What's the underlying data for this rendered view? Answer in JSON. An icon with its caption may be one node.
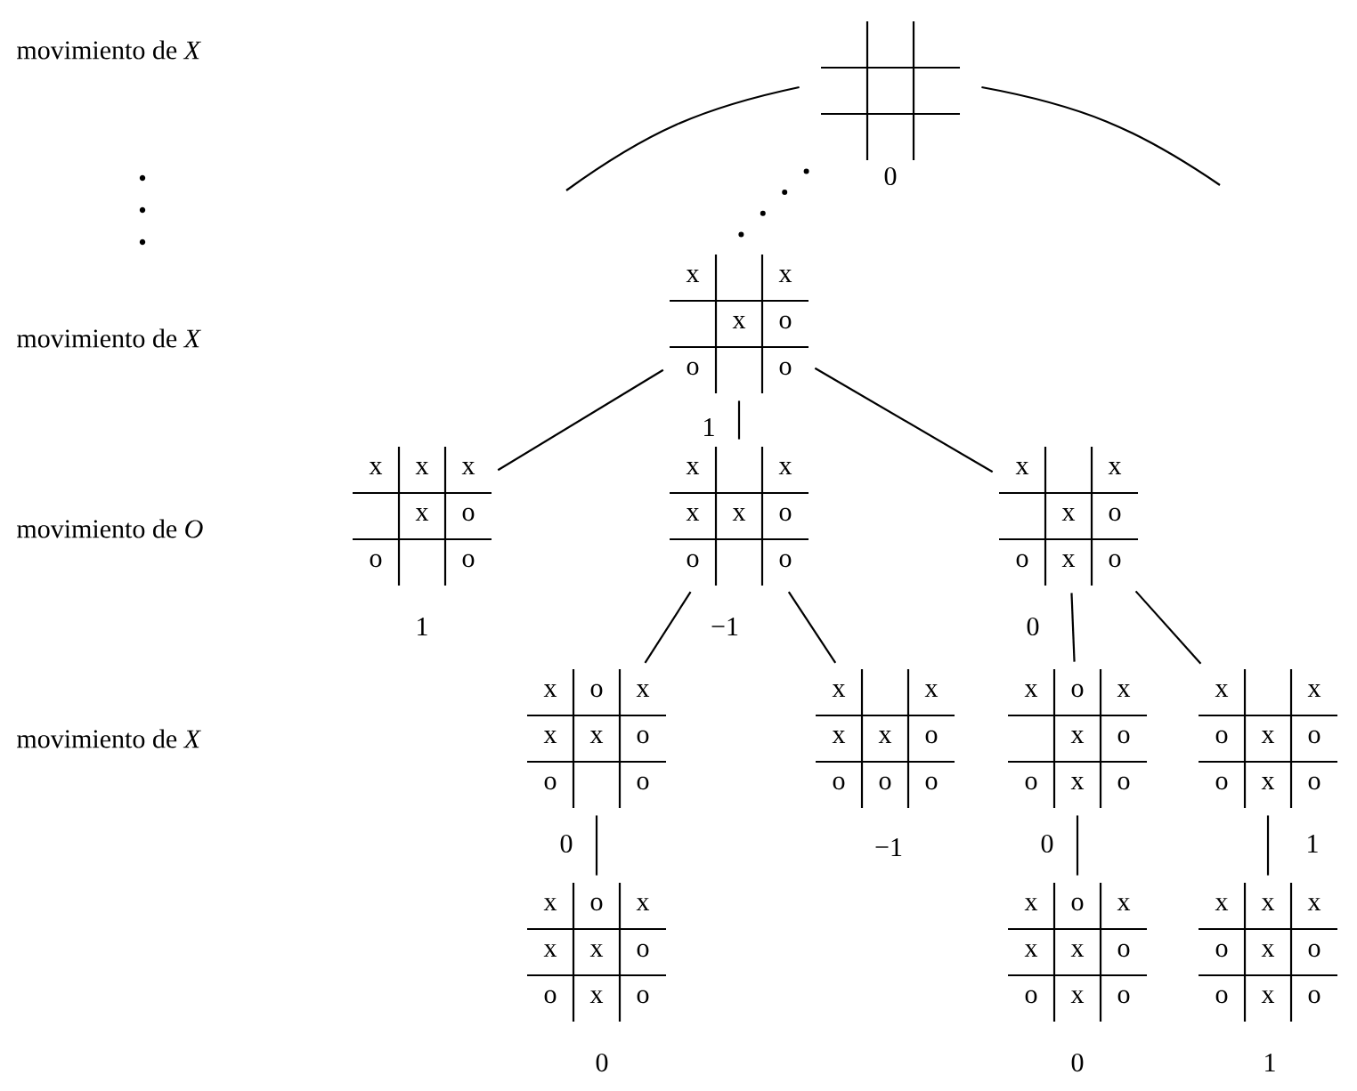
{
  "diagram": {
    "nodes": [
      {
        "text": [],
        "shape": "grid",
        "beside": [
          "0"
        ]
      },
      {
        "text": [
          "x",
          "x",
          "x",
          "o",
          "o",
          "o"
        ],
        "beside": [
          "1"
        ]
      },
      {
        "text": [
          "x",
          "x",
          "x",
          "x",
          "o",
          "o",
          "o"
        ],
        "beside": [
          "1"
        ]
      },
      {
        "text": [
          "x",
          "x",
          "x",
          "x",
          "o",
          "o",
          "o"
        ],
        "beside": [
          "−1"
        ]
      },
      {
        "text": [
          "x",
          "x",
          "x",
          "o",
          "o",
          "x",
          "o"
        ],
        "beside": [
          "0"
        ]
      },
      {
        "text": [
          "x",
          "o",
          "x",
          "x",
          "x",
          "o",
          "o",
          "o"
        ],
        "beside": [
          "0"
        ]
      },
      {
        "text": [
          "x",
          "x",
          "x",
          "x",
          "o",
          "o",
          "o",
          "o"
        ],
        "beside": [
          "−1"
        ]
      },
      {
        "text": [
          "x",
          "o",
          "x",
          "x",
          "o",
          "o",
          "x",
          "o"
        ],
        "beside": [
          "0"
        ]
      },
      {
        "text": [
          "x",
          "x",
          "o",
          "x",
          "o",
          "o",
          "x",
          "o"
        ],
        "beside": [
          "1"
        ]
      },
      {
        "text": [
          "x",
          "o",
          "x",
          "x",
          "x",
          "o",
          "o",
          "x",
          "o"
        ],
        "beside": [
          "0"
        ]
      },
      {
        "text": [
          "x",
          "o",
          "x",
          "x",
          "x",
          "o",
          "o",
          "x",
          "o"
        ],
        "beside": [
          "0"
        ]
      },
      {
        "text": [
          "x",
          "x",
          "x",
          "o",
          "x",
          "o",
          "o",
          "x",
          "o"
        ],
        "beside": [
          "1"
        ]
      }
    ],
    "edges": [
      {
        "from": 0,
        "to": null,
        "arrow": "none"
      },
      {
        "from": 0,
        "to": null,
        "arrow": "none"
      },
      {
        "from": 0,
        "to": 1,
        "arrow": "none",
        "style": "dashed"
      },
      {
        "from": 1,
        "to": 2,
        "arrow": "none"
      },
      {
        "from": 1,
        "to": 3,
        "arrow": "none"
      },
      {
        "from": 1,
        "to": 4,
        "arrow": "none"
      },
      {
        "from": 3,
        "to": 5,
        "arrow": "none"
      },
      {
        "from": 3,
        "to": 6,
        "arrow": "none"
      },
      {
        "from": 4,
        "to": 7,
        "arrow": "none"
      },
      {
        "from": 4,
        "to": 8,
        "arrow": "none"
      },
      {
        "from": 5,
        "to": 9,
        "arrow": "none"
      },
      {
        "from": 7,
        "to": 10,
        "arrow": "none"
      },
      {
        "from": 8,
        "to": 11,
        "arrow": "none"
      }
    ],
    "labels": [
      "movimiento de *X*",
      "movimiento de *X*",
      "movimiento de *O*",
      "movimiento de *X*"
    ]
  }
}
